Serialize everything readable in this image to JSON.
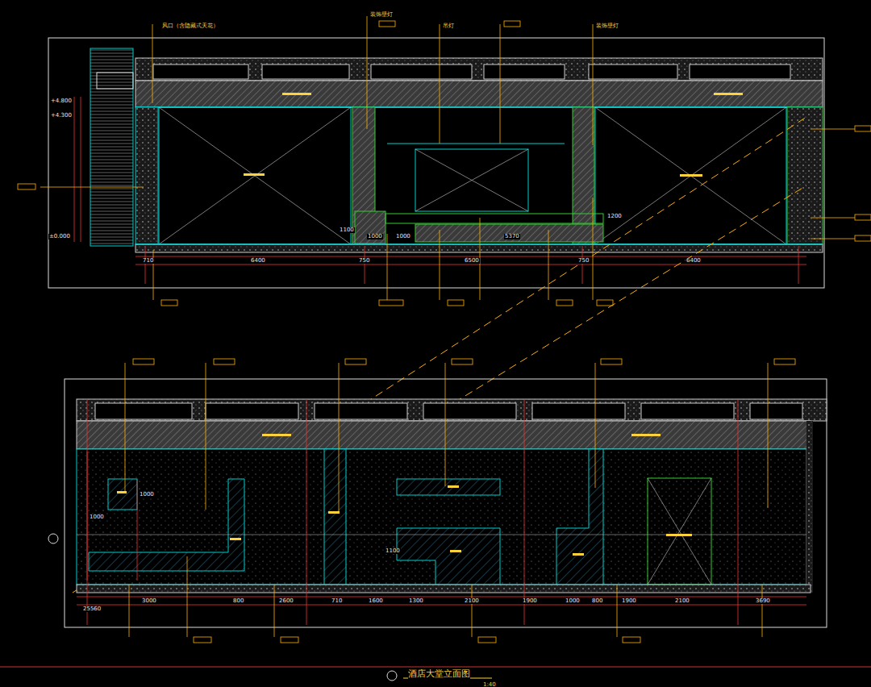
{
  "diagram": {
    "title": "酒店大堂立面图",
    "labels": [
      "风口（含隐藏式天花）",
      "装饰壁灯",
      "吊灯",
      "装饰壁灯",
      "+4.800",
      "+4.300",
      "±0.000",
      "710",
      "6400",
      "750",
      "6500",
      "750",
      "6400",
      "1100",
      "1000",
      "1000",
      "5370",
      "1200",
      "3000",
      "800",
      "2600",
      "710",
      "1600",
      "1300",
      "2100",
      "1900",
      "1000",
      "800",
      "1900",
      "2100",
      "3690",
      "25560",
      "1000",
      "1000",
      "1100",
      "1:40"
    ]
  }
}
